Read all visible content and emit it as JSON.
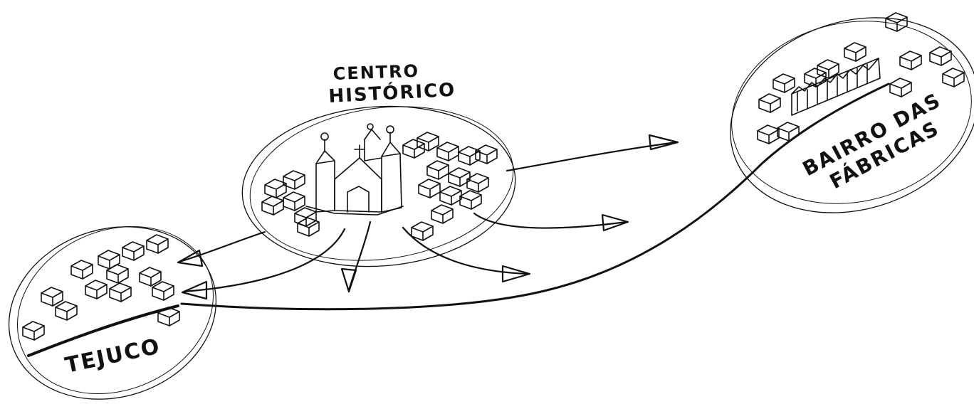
{
  "labels": {
    "centro_line1": "CENTRO",
    "centro_line2": "HISTÓRICO",
    "tejuco": "TEJUCO",
    "bairro_line1": "BAIRRO DAS",
    "bairro_line2": "FÁBRICAS"
  },
  "colors": {
    "ink": "#111111",
    "paper": "#ffffff"
  }
}
